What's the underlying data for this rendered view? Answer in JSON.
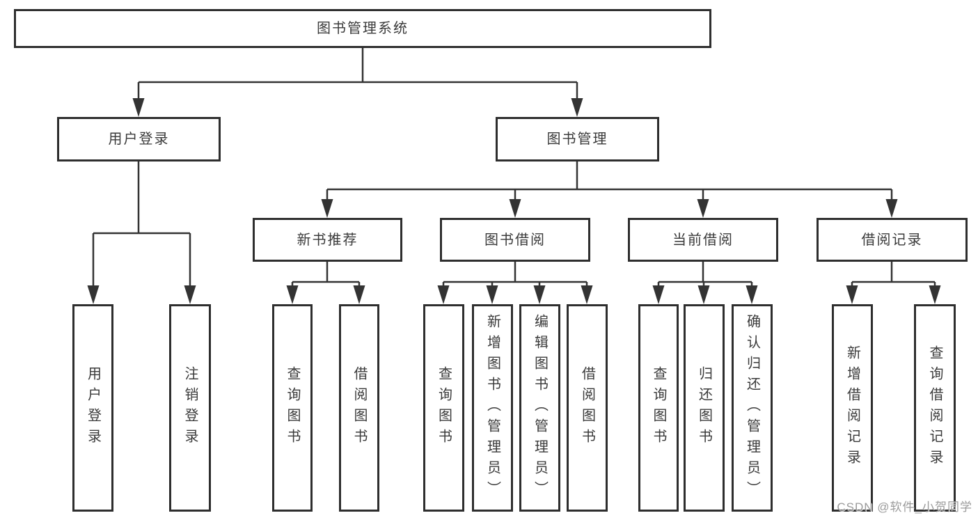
{
  "tree": {
    "root": {
      "label": "图书管理系统"
    },
    "branches": [
      {
        "label": "用户登录",
        "children": [
          {
            "label": "用户登录"
          },
          {
            "label": "注销登录"
          }
        ]
      },
      {
        "label": "图书管理",
        "children": [
          {
            "label": "新书推荐",
            "children": [
              {
                "label": "查询图书"
              },
              {
                "label": "借阅图书"
              }
            ]
          },
          {
            "label": "图书借阅",
            "children": [
              {
                "label": "查询图书"
              },
              {
                "label": "新增图书（管理员）"
              },
              {
                "label": "编辑图书（管理员）"
              },
              {
                "label": "借阅图书"
              }
            ]
          },
          {
            "label": "当前借阅",
            "children": [
              {
                "label": "查询图书"
              },
              {
                "label": "归还图书"
              },
              {
                "label": "确认归还（管理员）"
              }
            ]
          },
          {
            "label": "借阅记录",
            "children": [
              {
                "label": "新增借阅记录"
              },
              {
                "label": "查询借阅记录"
              }
            ]
          }
        ]
      }
    ]
  },
  "watermark": {
    "text": "CSDN @软件_小贺同学"
  },
  "colors": {
    "line": "#333333",
    "box_border": "#2e2e2e",
    "text": "#3a3a3a",
    "watermark": "#9b9b9b",
    "background": "#ffffff"
  }
}
